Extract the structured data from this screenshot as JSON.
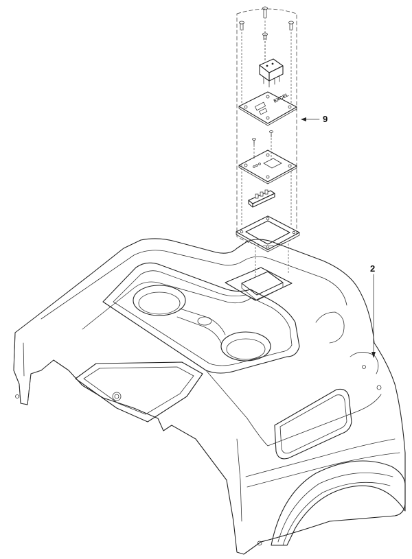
{
  "callouts": [
    {
      "id": "9",
      "label": "9"
    },
    {
      "id": "2",
      "label": "2"
    }
  ],
  "parts": {
    "cover_plate_brand": "EXCEL"
  }
}
